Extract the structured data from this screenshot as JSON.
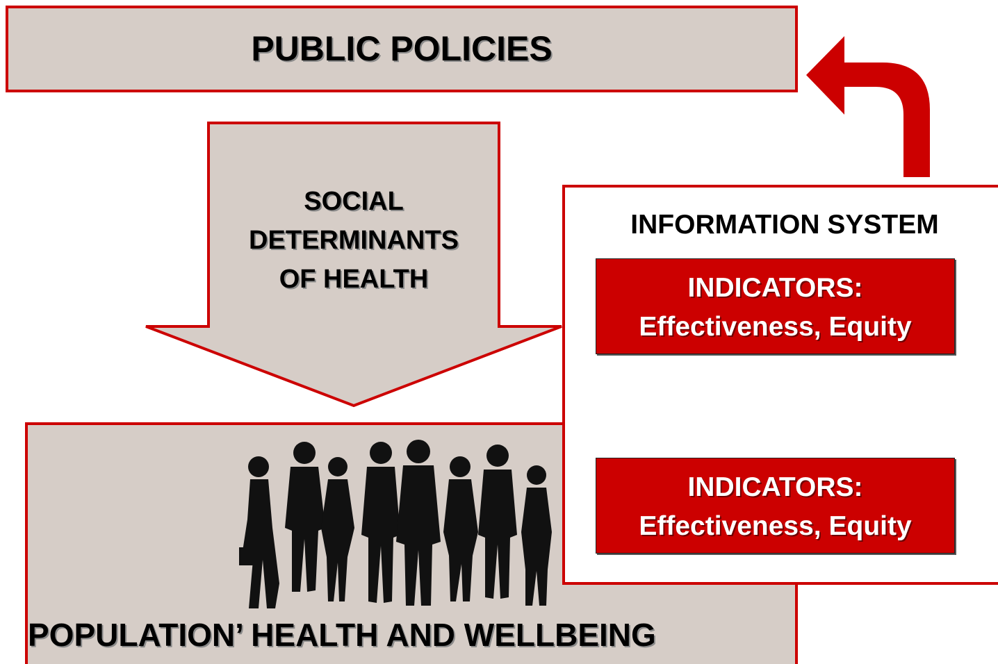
{
  "public_policies": {
    "title": "PUBLIC POLICIES"
  },
  "social_determinants": {
    "line1": "SOCIAL",
    "line2": "DETERMINANTS",
    "line3": "OF HEALTH"
  },
  "information_system": {
    "title": "INFORMATION SYSTEM",
    "indicators": [
      {
        "line1": "INDICATORS:",
        "line2": "Effectiveness, Equity"
      },
      {
        "line1": "INDICATORS:",
        "line2": "Effectiveness, Equity"
      }
    ]
  },
  "population": {
    "title": "POPULATION’ HEALTH AND WELLBEING",
    "image": "silhouettes-of-people"
  },
  "colors": {
    "accent_red": "#cc0000",
    "box_fill": "#d6cdc7",
    "border_red": "#cc0000",
    "indicator_text": "#ffffff"
  },
  "icons": {
    "feedback_arrow": "curved-arrow-up-left-icon"
  }
}
